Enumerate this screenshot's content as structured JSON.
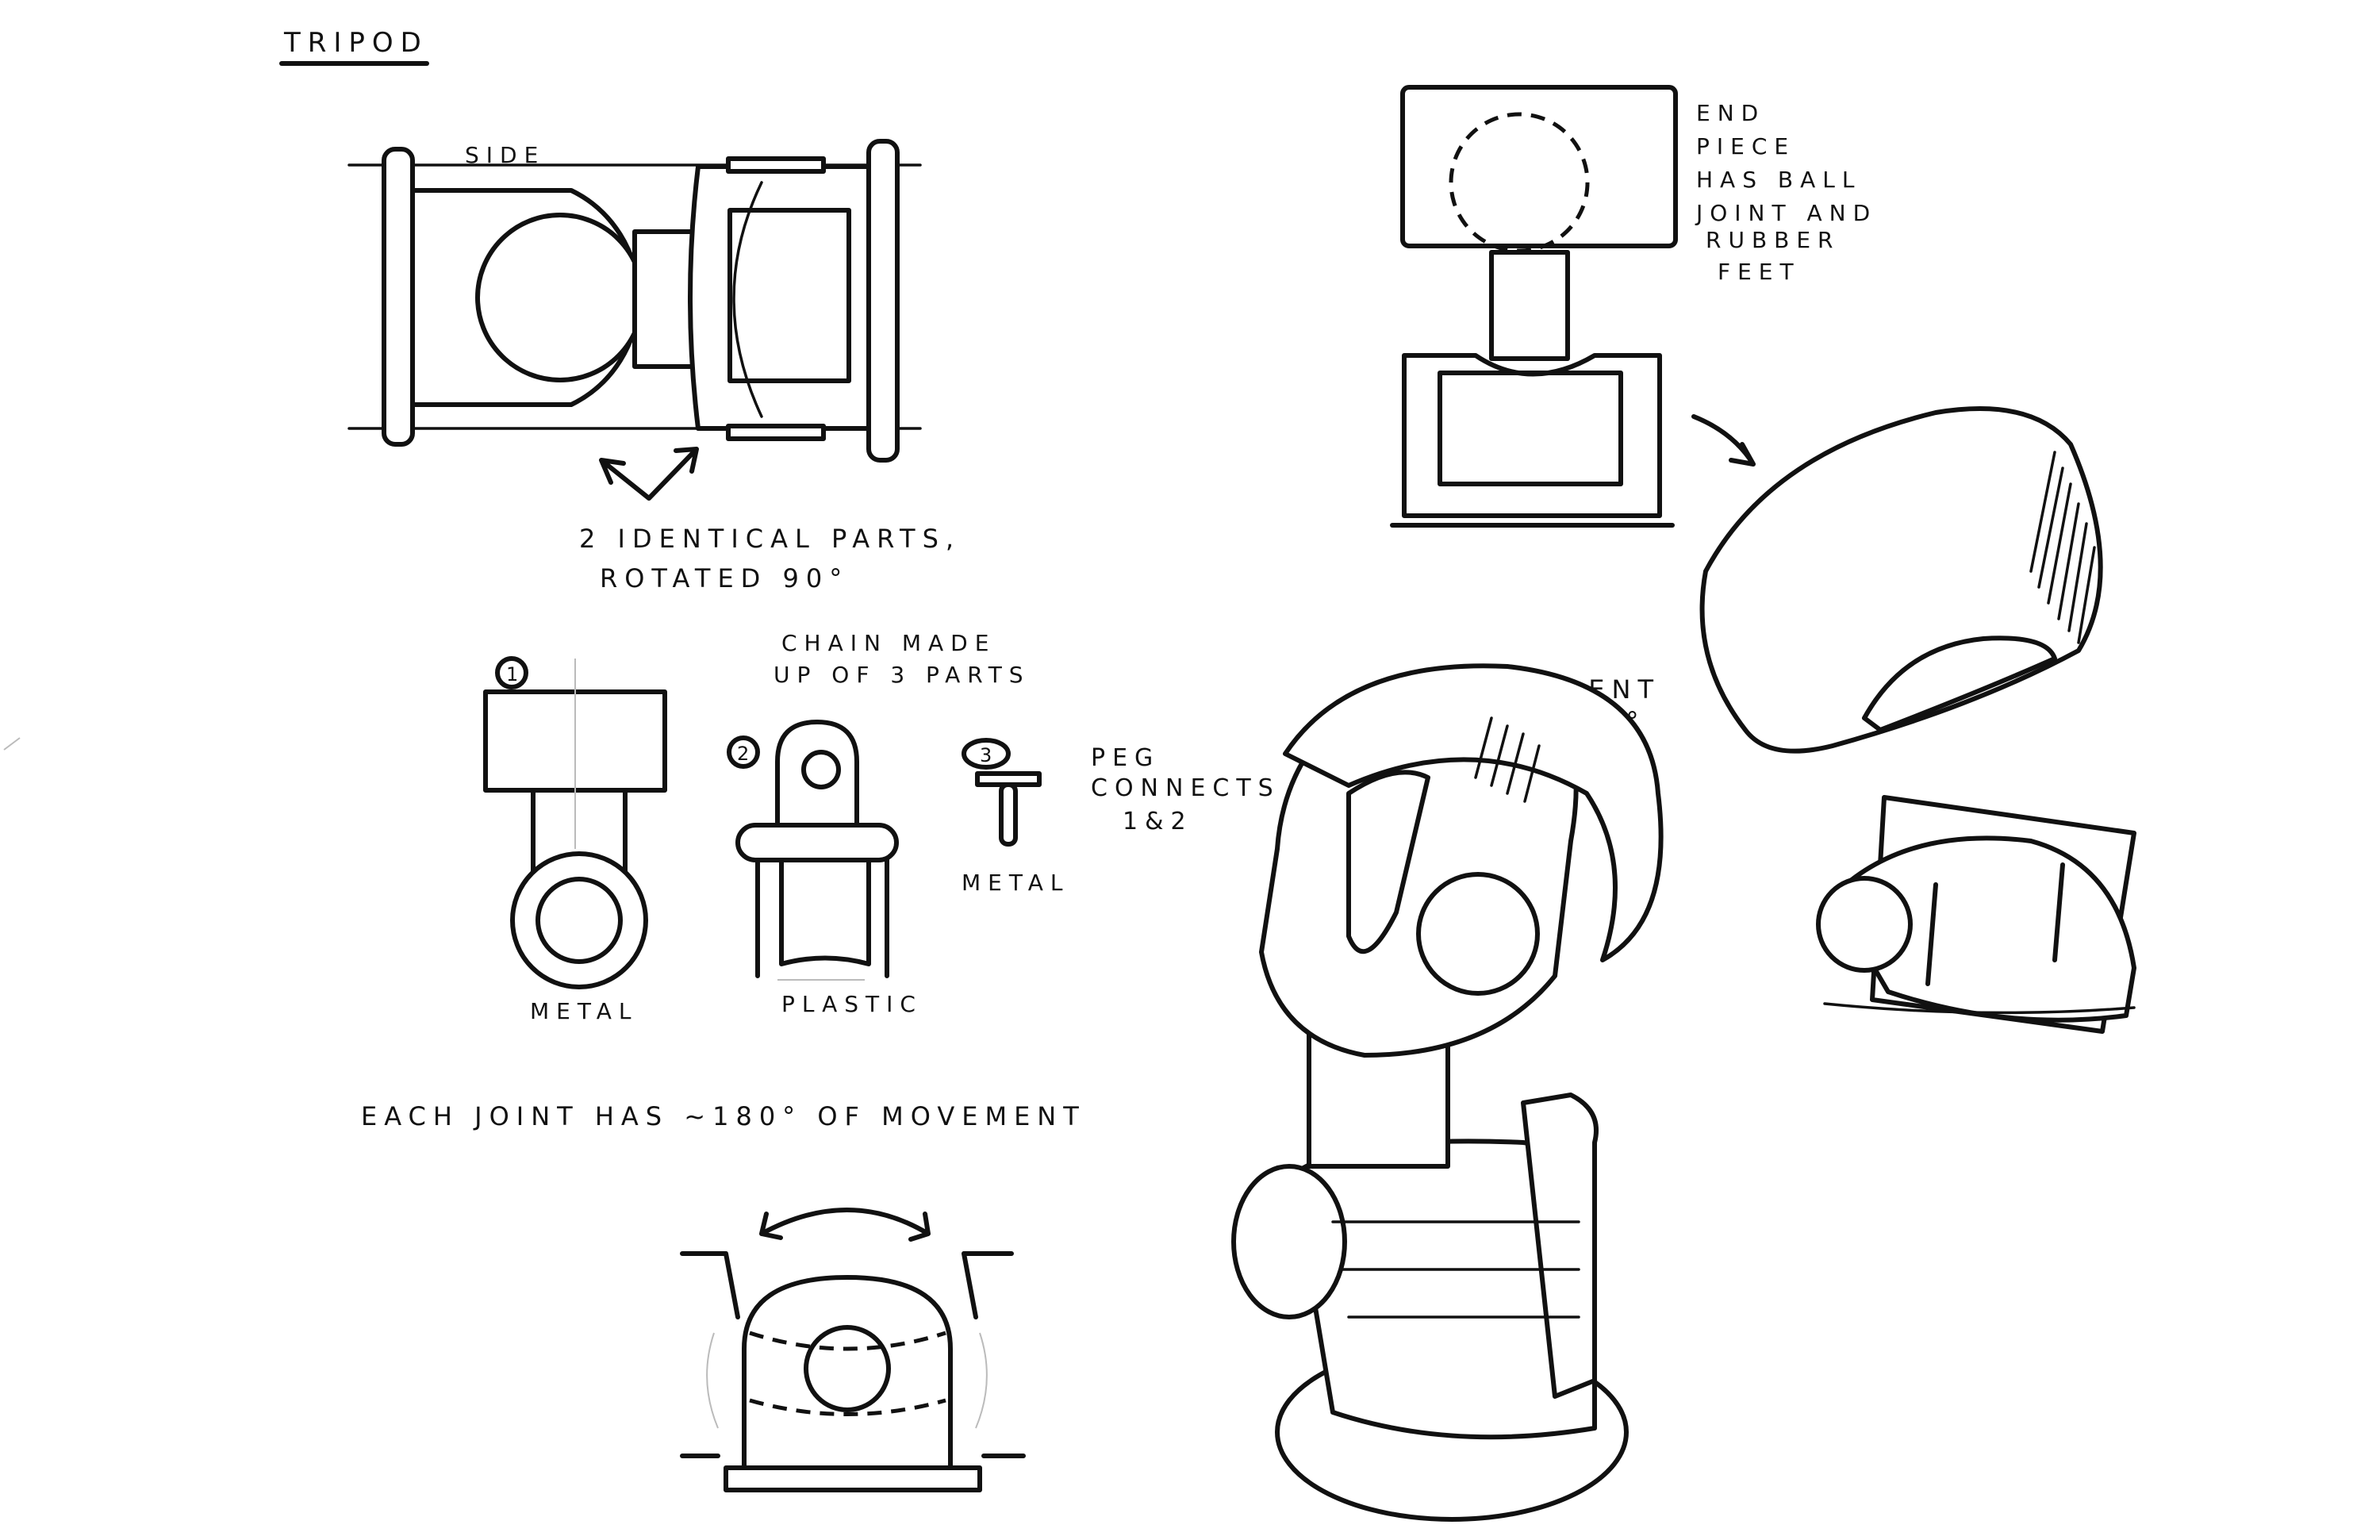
{
  "sheet": {
    "title": "TRIPOD",
    "notes": {
      "side": "SIDE",
      "identical_line1": "2 IDENTICAL PARTS,",
      "identical_line2": "ROTATED 90°",
      "end_piece": [
        "END",
        "PIECE",
        "HAS BALL",
        "JOINT AND",
        "RUBBER",
        "FEET"
      ],
      "chain_line1": "CHAIN MADE",
      "chain_line2": "UP OF 3 PARTS",
      "part_numbers": [
        "1",
        "2",
        "3"
      ],
      "peg": [
        "PEG",
        "CONNECTS",
        "1&2"
      ],
      "metal_part1": "METAL",
      "plastic_part2": "PLASTIC",
      "metal_part3": "METAL",
      "bent": [
        "3D, BENT",
        "~45°"
      ],
      "movement": "EACH JOINT HAS ~180° OF MOVEMENT"
    }
  }
}
